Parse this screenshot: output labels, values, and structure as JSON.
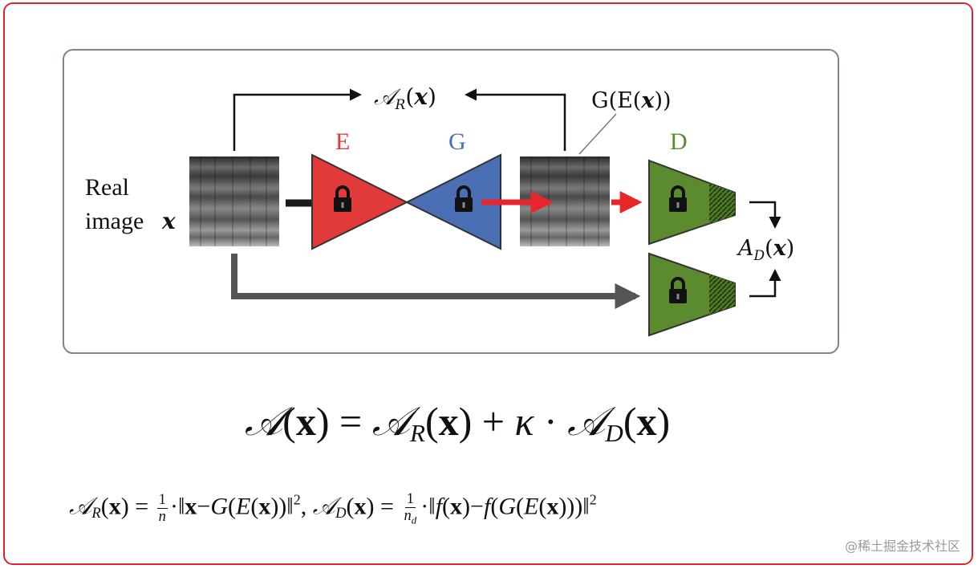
{
  "diagram": {
    "labels": {
      "encoder": "E",
      "generator": "G",
      "discriminator": "D",
      "real_image_line1": "Real",
      "real_image_line2": "image",
      "real_image_symbol": "x",
      "reconstruction": "G(E(x))",
      "score_R": "𝒜R(x)",
      "score_D": "AD(x)"
    },
    "colors": {
      "encoder": "#e03a3a",
      "generator": "#4a6fb5",
      "discriminator": "#5b8a2f",
      "arrow_red": "#e8262c",
      "arrow_gray": "#555555",
      "panel_border": "#7d8593",
      "frame_border": "#d9262c"
    },
    "icons": [
      "lock-icon",
      "hatched-output-icon"
    ]
  },
  "equations": {
    "main": "𝒜(x) = 𝒜R(x) + κ · 𝒜D(x)",
    "sub": "𝒜R(x) = 1/n · ‖x − G(E(x))‖², 𝒜D(x) = 1/nd · ‖f(x) − f(G(E(x)))‖²"
  },
  "watermark": "@稀土掘金技术社区"
}
